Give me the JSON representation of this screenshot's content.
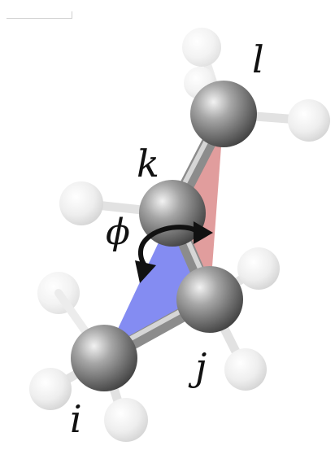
{
  "labels": {
    "atom_l": "l",
    "atom_k": "k",
    "atom_j": "j",
    "atom_i": "i",
    "dihedral": "ϕ"
  },
  "colors": {
    "plane_ijk": "#6f78f0",
    "plane_jkl": "#d98585",
    "carbon": "#7a7a7a",
    "hydrogen": "#e6e6e6",
    "arrow": "#111111"
  },
  "icons": {
    "rotation_arrow": "curved-double-arrow-icon"
  }
}
